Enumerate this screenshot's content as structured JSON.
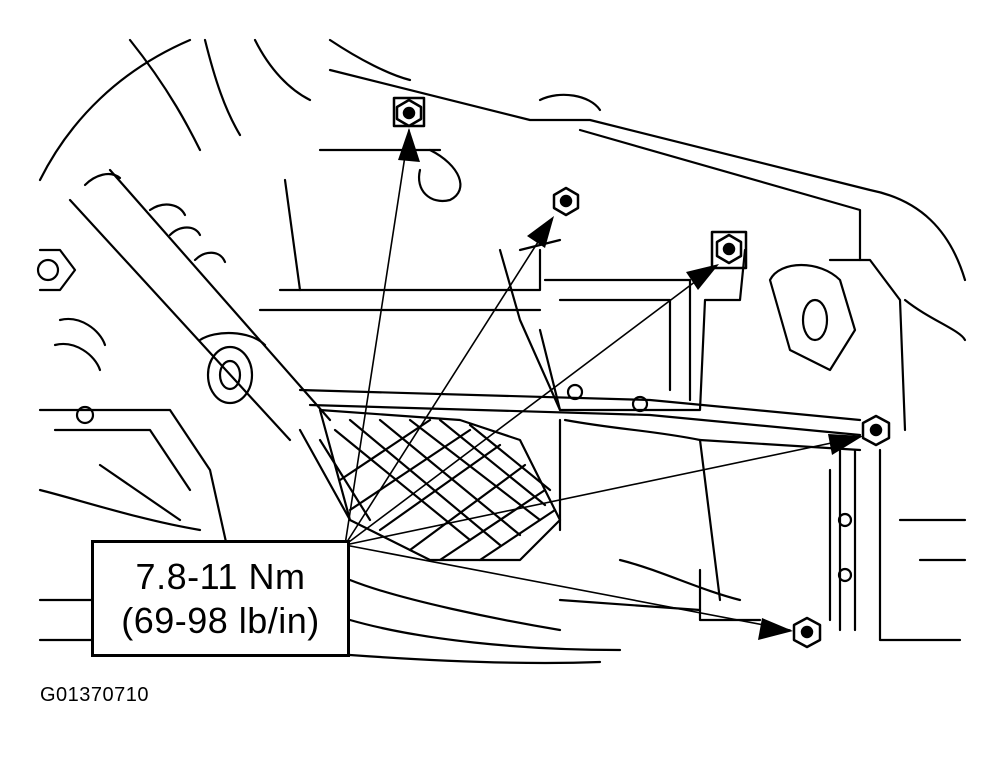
{
  "callout": {
    "torque_nm": "7.8-11 Nm",
    "torque_lbin": "(69-98 lb/in)"
  },
  "figure_id": "G01370710",
  "colors": {
    "ink": "#000000",
    "paper": "#ffffff"
  },
  "fasteners": [
    {
      "id": "bolt-1"
    },
    {
      "id": "bolt-2"
    },
    {
      "id": "bolt-3"
    },
    {
      "id": "bolt-4"
    },
    {
      "id": "bolt-5"
    }
  ]
}
